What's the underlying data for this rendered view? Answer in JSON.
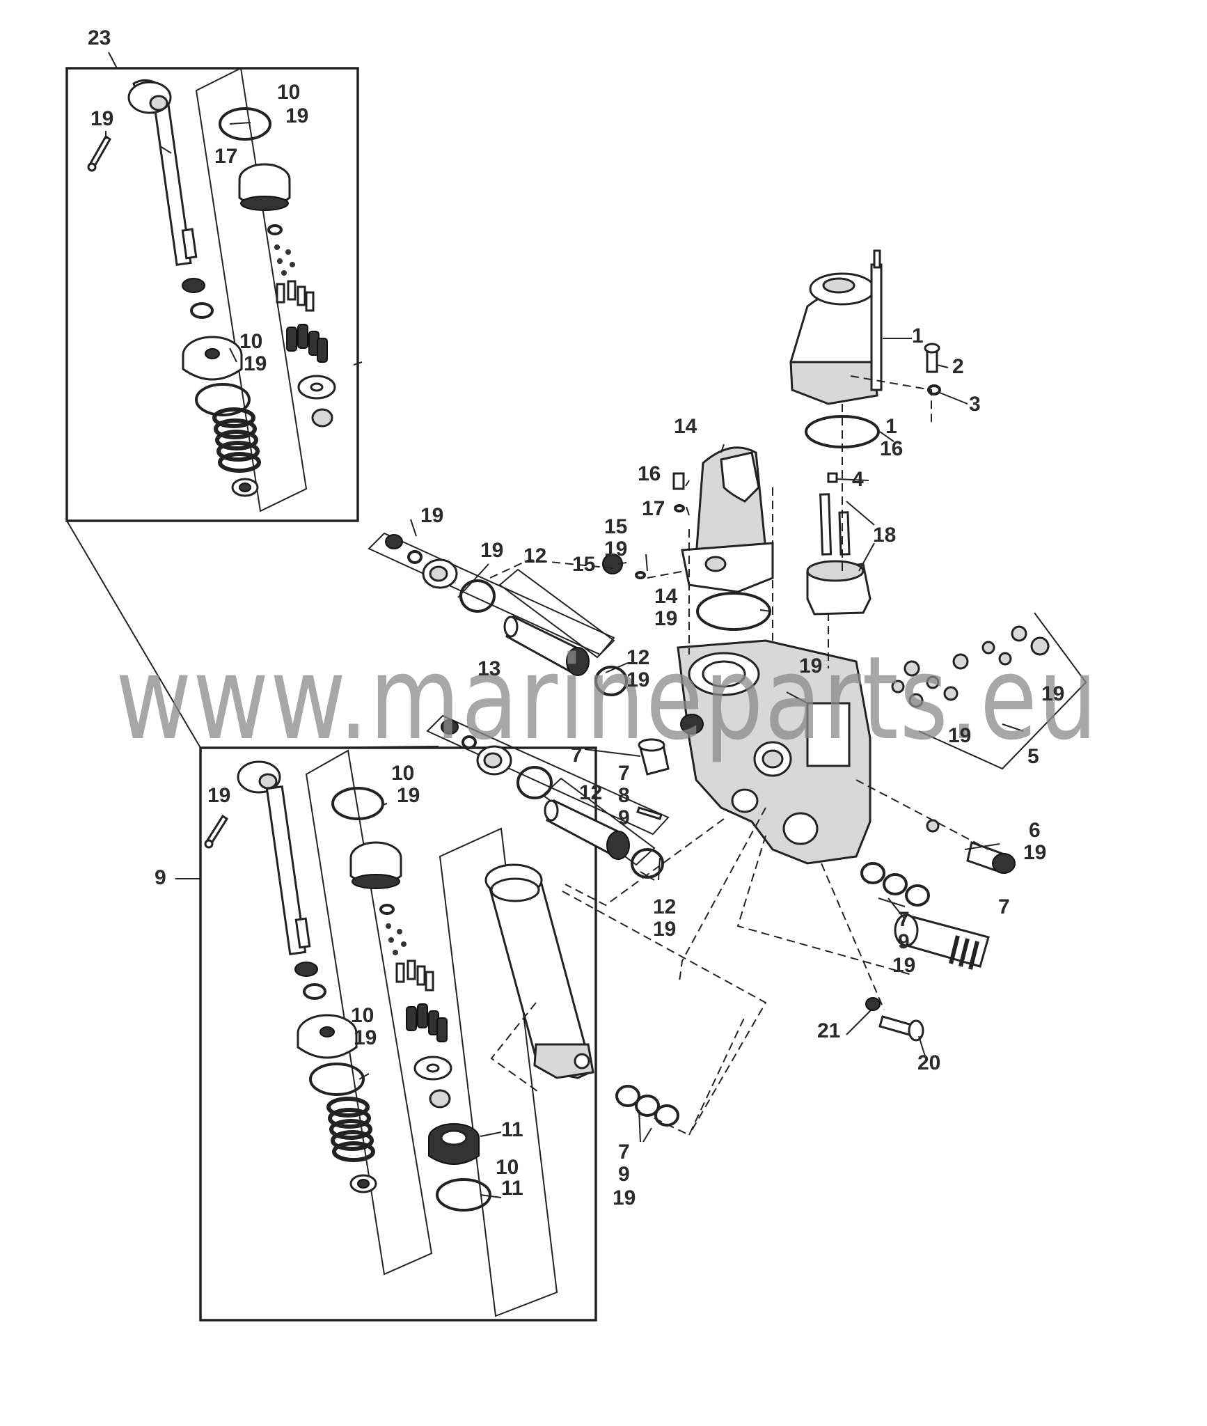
{
  "watermark": "www.marineparts.eu",
  "labels": {
    "l23": "23",
    "l19_a": "19",
    "l10_a": "10",
    "l19_b": "19",
    "l17_a": "17",
    "l10_b": "10",
    "l19_c": "19",
    "l1_a": "1",
    "l2": "2",
    "l3": "3",
    "l1_b": "1",
    "l16_a": "16",
    "l14_a": "14",
    "l16_b": "16",
    "l17_b": "17",
    "l4": "4",
    "l18": "18",
    "l19_d": "19",
    "l19_e": "19",
    "l12_a": "12",
    "l15_a": "15",
    "l19_f": "19",
    "l15_b": "15",
    "l14_b": "14",
    "l19_g": "19",
    "l12_b": "12",
    "l19_h": "19",
    "l19_i": "19",
    "l13": "13",
    "l19_j": "19",
    "l19_k": "19",
    "l5": "5",
    "l7_a": "7",
    "l7_b": "7",
    "l8": "8",
    "l9_a": "9",
    "l12_c": "12",
    "l6": "6",
    "l19_l": "19",
    "l19_m": "19",
    "l10_c": "10",
    "l19_n": "19",
    "l9_b": "9",
    "l12_d": "12",
    "l19_o": "19",
    "l7_c": "7",
    "l7_d": "7",
    "l9_c": "9",
    "l19_p": "19",
    "l10_d": "10",
    "l19_q": "19",
    "l21": "21",
    "l20": "20",
    "l11_a": "11",
    "l10_e": "10",
    "l11_b": "11",
    "l7_e": "7",
    "l9_d": "9",
    "l19_r": "19"
  }
}
